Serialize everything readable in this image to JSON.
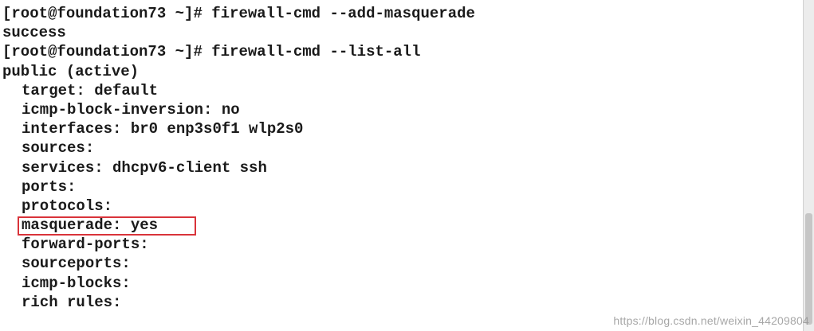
{
  "terminal": {
    "lines": [
      "[root@foundation73 ~]# firewall-cmd --add-masquerade",
      "success",
      "[root@foundation73 ~]# firewall-cmd --list-all",
      "public (active)",
      "target: default",
      "icmp-block-inversion: no",
      "interfaces: br0 enp3s0f1 wlp2s0",
      "sources:",
      "services: dhcpv6-client ssh",
      "ports:",
      "protocols:",
      "masquerade: yes",
      "forward-ports:",
      "sourceports:",
      "icmp-blocks:",
      "rich rules:"
    ],
    "highlight_color": "#d9333a"
  },
  "watermark": {
    "text": "https://blog.csdn.net/weixin_44209804"
  }
}
